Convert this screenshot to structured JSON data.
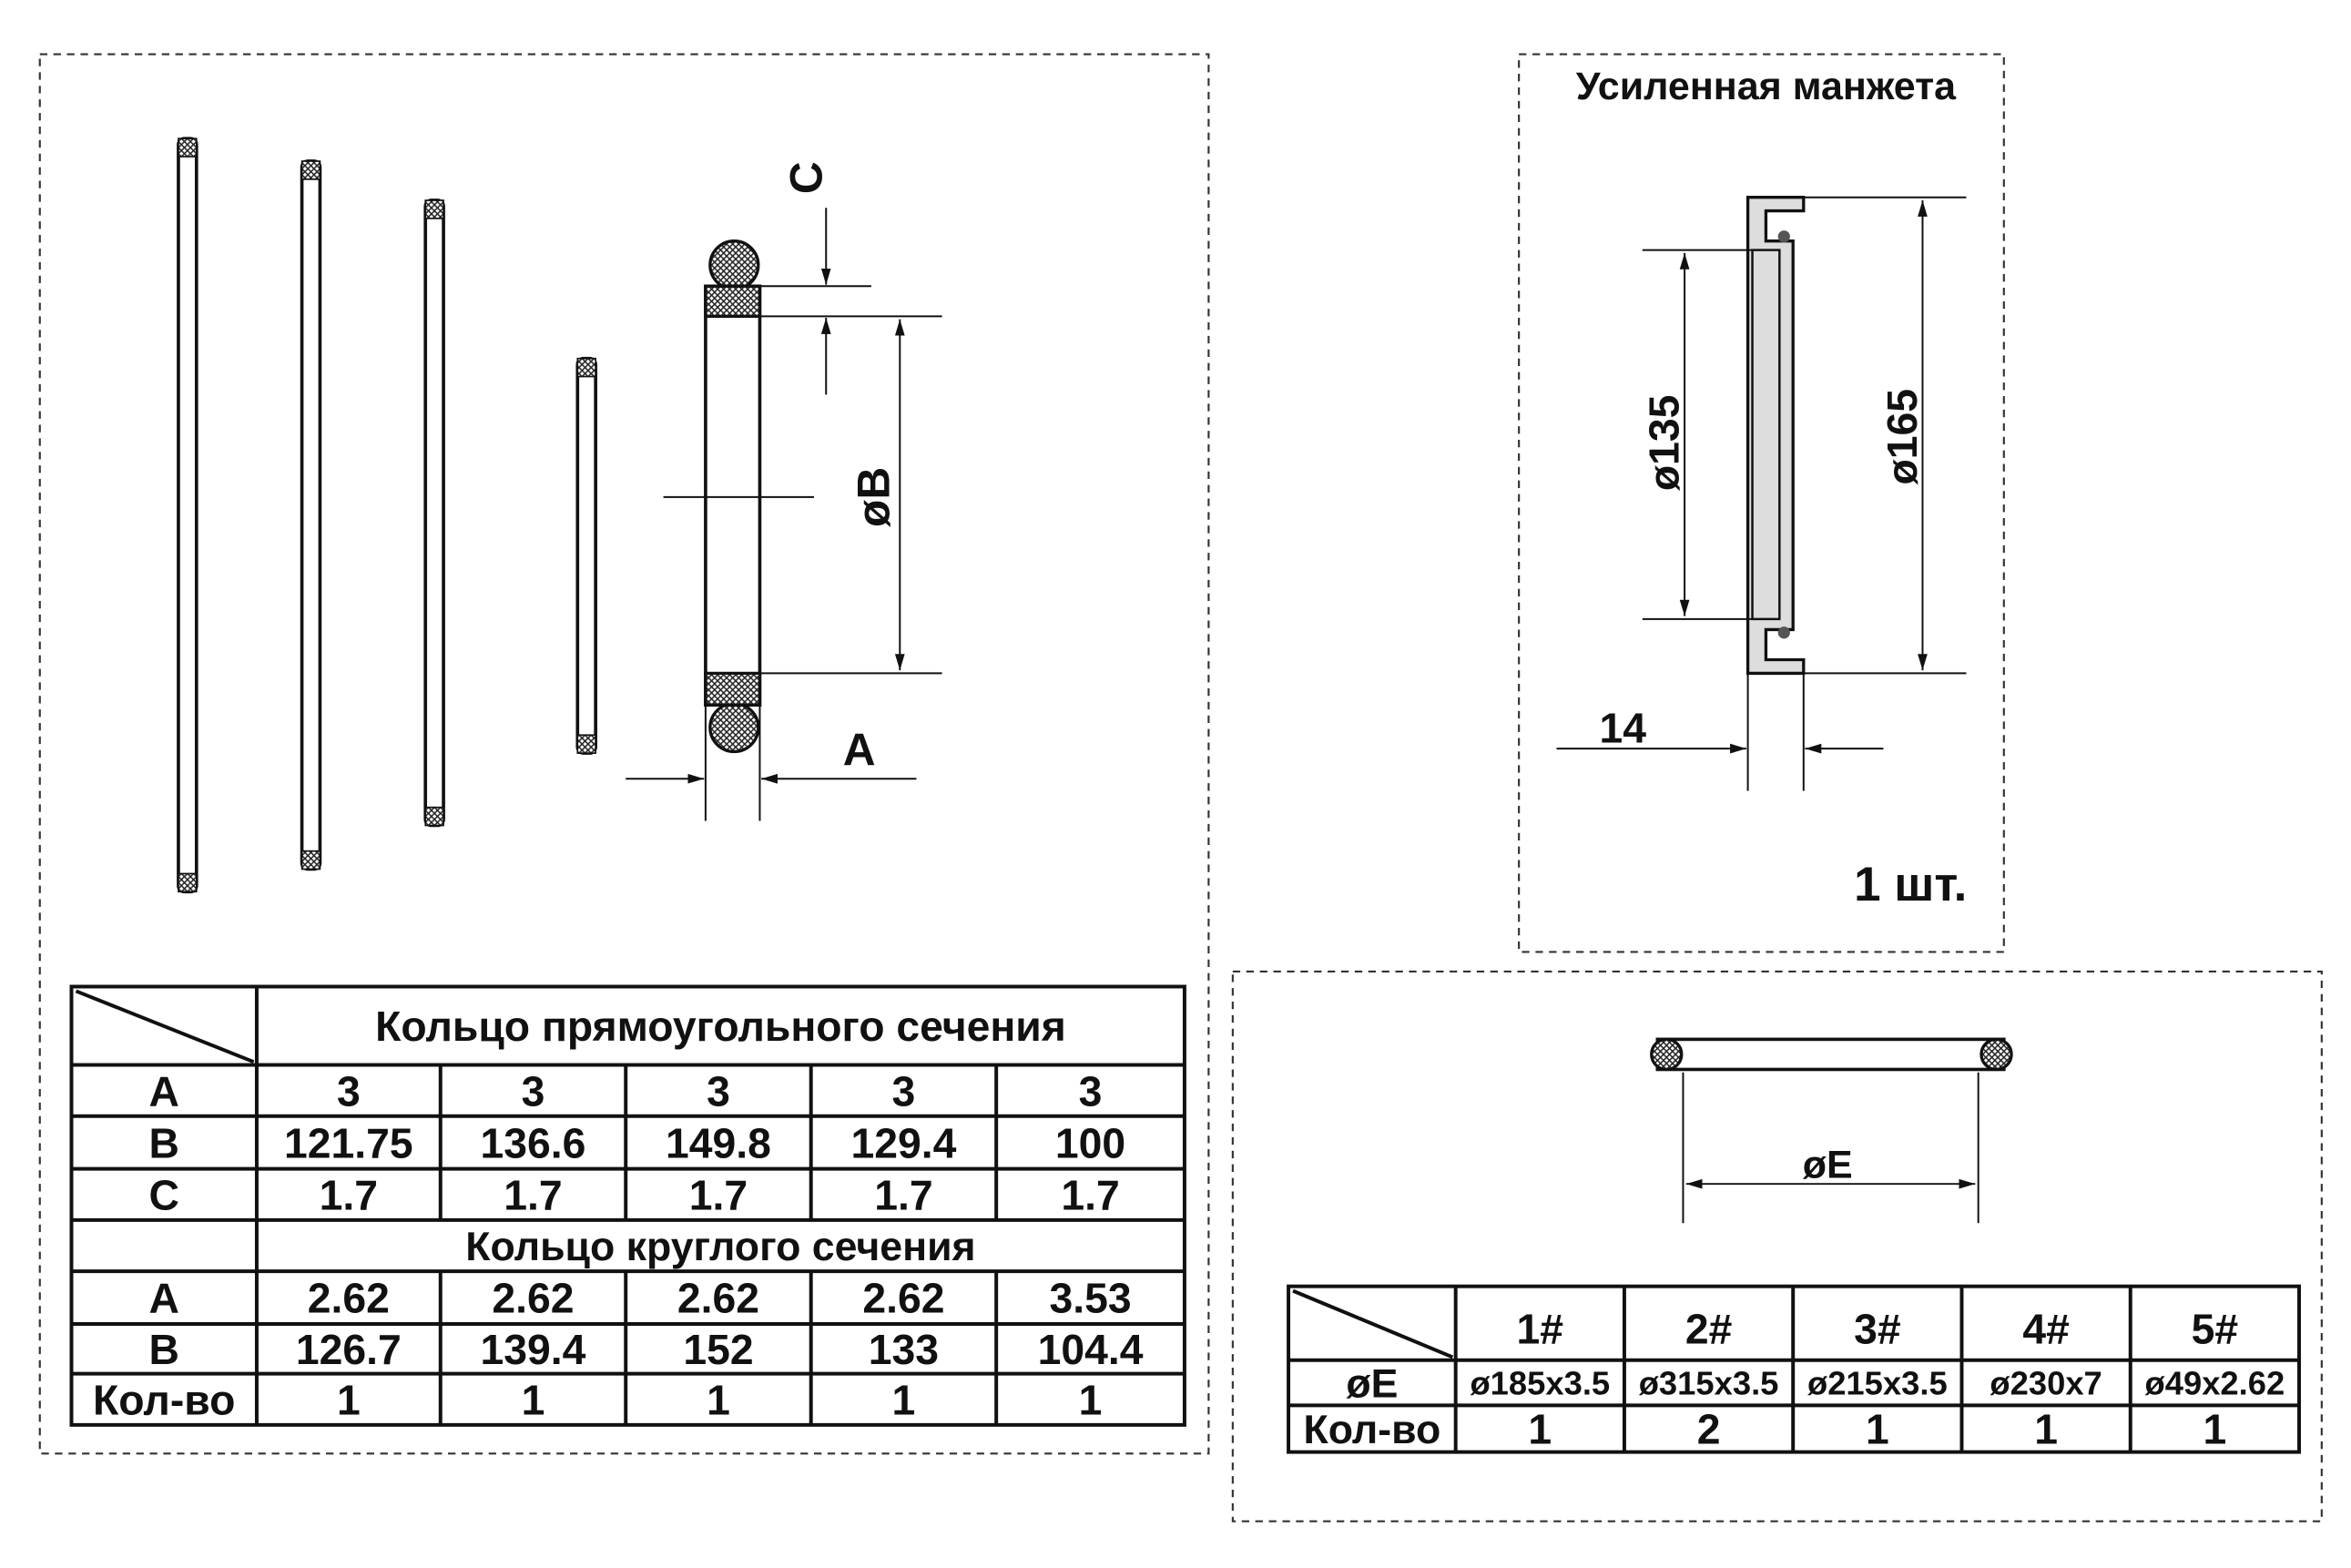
{
  "left_panel": {
    "dim_labels": {
      "c": "C",
      "b": "øB",
      "a": "A"
    },
    "table": {
      "rect_title": "Кольцо прямоугольного сечения",
      "rect_rows": [
        {
          "label": "A",
          "values": [
            "3",
            "3",
            "3",
            "3",
            "3"
          ]
        },
        {
          "label": "B",
          "values": [
            "121.75",
            "136.6",
            "149.8",
            "129.4",
            "100"
          ]
        },
        {
          "label": "C",
          "values": [
            "1.7",
            "1.7",
            "1.7",
            "1.7",
            "1.7"
          ]
        }
      ],
      "round_title": "Кольцо круглого сечения",
      "round_rows": [
        {
          "label": "A",
          "values": [
            "2.62",
            "2.62",
            "2.62",
            "2.62",
            "3.53"
          ]
        },
        {
          "label": "B",
          "values": [
            "126.7",
            "139.4",
            "152",
            "133",
            "104.4"
          ]
        },
        {
          "label": "Кол-во",
          "values": [
            "1",
            "1",
            "1",
            "1",
            "1"
          ]
        }
      ]
    }
  },
  "cuff_panel": {
    "title": "Усиленная манжета",
    "dim_outer": "ø165",
    "dim_inner": "ø135",
    "dim_width": "14",
    "quantity": "1 шт."
  },
  "oring_panel": {
    "dim_label": "øE",
    "table": {
      "headers": [
        "1#",
        "2#",
        "3#",
        "4#",
        "5#"
      ],
      "rows": [
        {
          "label": "øE",
          "values": [
            "ø185x3.5",
            "ø315x3.5",
            "ø215x3.5",
            "ø230x7",
            "ø49x2.62"
          ]
        },
        {
          "label": "Кол-во",
          "values": [
            "1",
            "2",
            "1",
            "1",
            "1"
          ]
        }
      ]
    }
  }
}
